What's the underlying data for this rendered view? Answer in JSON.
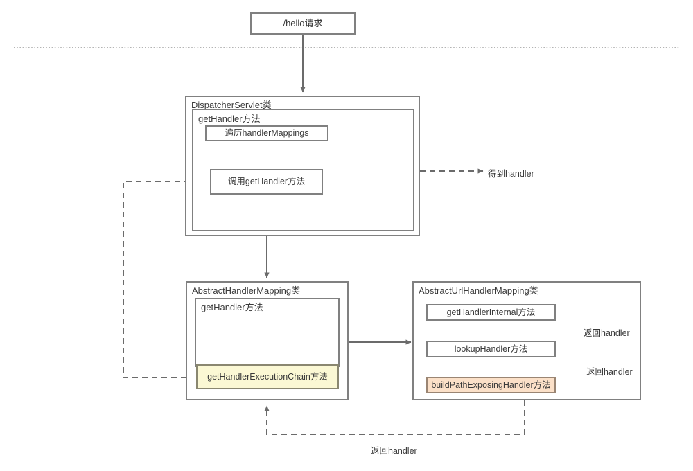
{
  "diagram": {
    "title": "Spring MVC getHandler flow",
    "colors": {
      "stroke": "#808080",
      "text": "#3a3a3a",
      "yellow_fill": "#fbf8d4",
      "orange_fill": "#fbe0c8",
      "dotted_divider": "#9a9a9a"
    },
    "entry": {
      "label": "/hello请求"
    },
    "dispatcher_servlet": {
      "class_label": "DispatcherServlet类",
      "method_label": "getHandler方法",
      "steps": [
        {
          "label": "遍历handlerMappings"
        },
        {
          "label": "调用getHandler方法"
        }
      ],
      "output_label": "得到handler"
    },
    "abstract_handler_mapping": {
      "class_label": "AbstractHandlerMapping类",
      "method_label": "getHandler方法",
      "highlight_step": {
        "label": "getHandlerExecutionChain方法",
        "fill": "yellow"
      }
    },
    "abstract_url_handler_mapping": {
      "class_label": "AbstractUrlHandlerMapping类",
      "steps": [
        {
          "label": "getHandlerInternal方法",
          "fill": "white"
        },
        {
          "label": "lookupHandler方法",
          "fill": "white"
        },
        {
          "label": "buildPathExposingHandler方法",
          "fill": "orange"
        }
      ],
      "return_labels": [
        {
          "label": "返回handler"
        },
        {
          "label": "返回handler"
        }
      ]
    },
    "bottom_return": {
      "label": "返回handler"
    }
  }
}
